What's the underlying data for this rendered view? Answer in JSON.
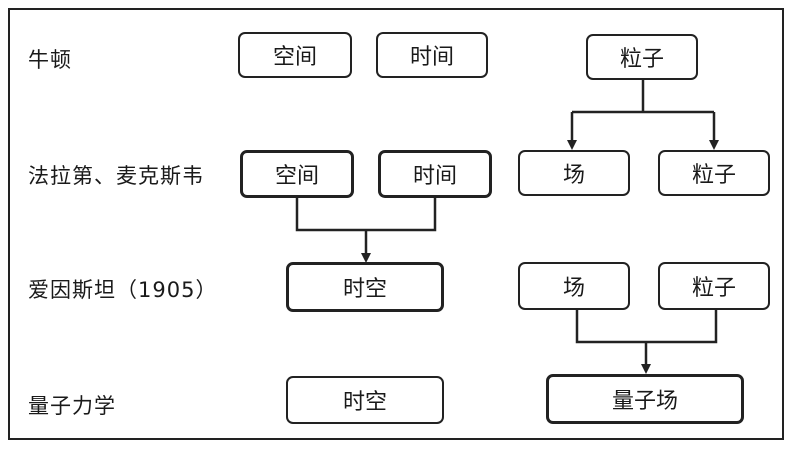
{
  "rows": {
    "newton": "牛顿",
    "faraday_maxwell": "法拉第、麦克斯韦",
    "einstein": "爱因斯坦（1905）",
    "quantum": "量子力学"
  },
  "boxes": {
    "newton_space": "空间",
    "newton_time": "时间",
    "newton_particle": "粒子",
    "fm_space": "空间",
    "fm_time": "时间",
    "fm_field": "场",
    "fm_particle": "粒子",
    "ein_spacetime": "时空",
    "ein_field": "场",
    "ein_particle": "粒子",
    "qm_spacetime": "时空",
    "qm_quantum_field": "量子场"
  }
}
